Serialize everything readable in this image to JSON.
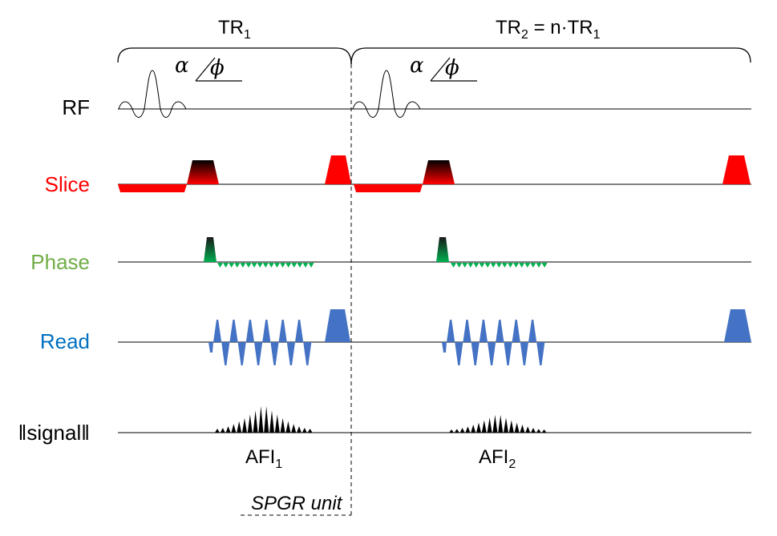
{
  "intervals": {
    "tr1": {
      "base": "TR",
      "sub": "1"
    },
    "tr2": {
      "base": "TR",
      "sub": "2",
      "suffix": " = n·TR",
      "suffix_sub": "1"
    }
  },
  "flip": {
    "alpha": "α",
    "phi": "ϕ"
  },
  "channels": [
    {
      "key": "rf",
      "label": "RF",
      "color": "#000000"
    },
    {
      "key": "slice",
      "label": "Slice",
      "color": "#ff0000"
    },
    {
      "key": "phase",
      "label": "Phase",
      "color": "#70ad47"
    },
    {
      "key": "read",
      "label": "Read",
      "color": "#0070c0"
    },
    {
      "key": "signal",
      "label": "‖signal‖",
      "color": "#000000"
    }
  ],
  "readouts": {
    "afi1": {
      "base": "AFI",
      "sub": "1"
    },
    "afi2": {
      "base": "AFI",
      "sub": "2"
    }
  },
  "unit_label": "SPGR unit",
  "colors": {
    "slice": "#ff0000",
    "phase_blip": "#00b050",
    "read": "#4472c4",
    "baseline": "#000000"
  }
}
